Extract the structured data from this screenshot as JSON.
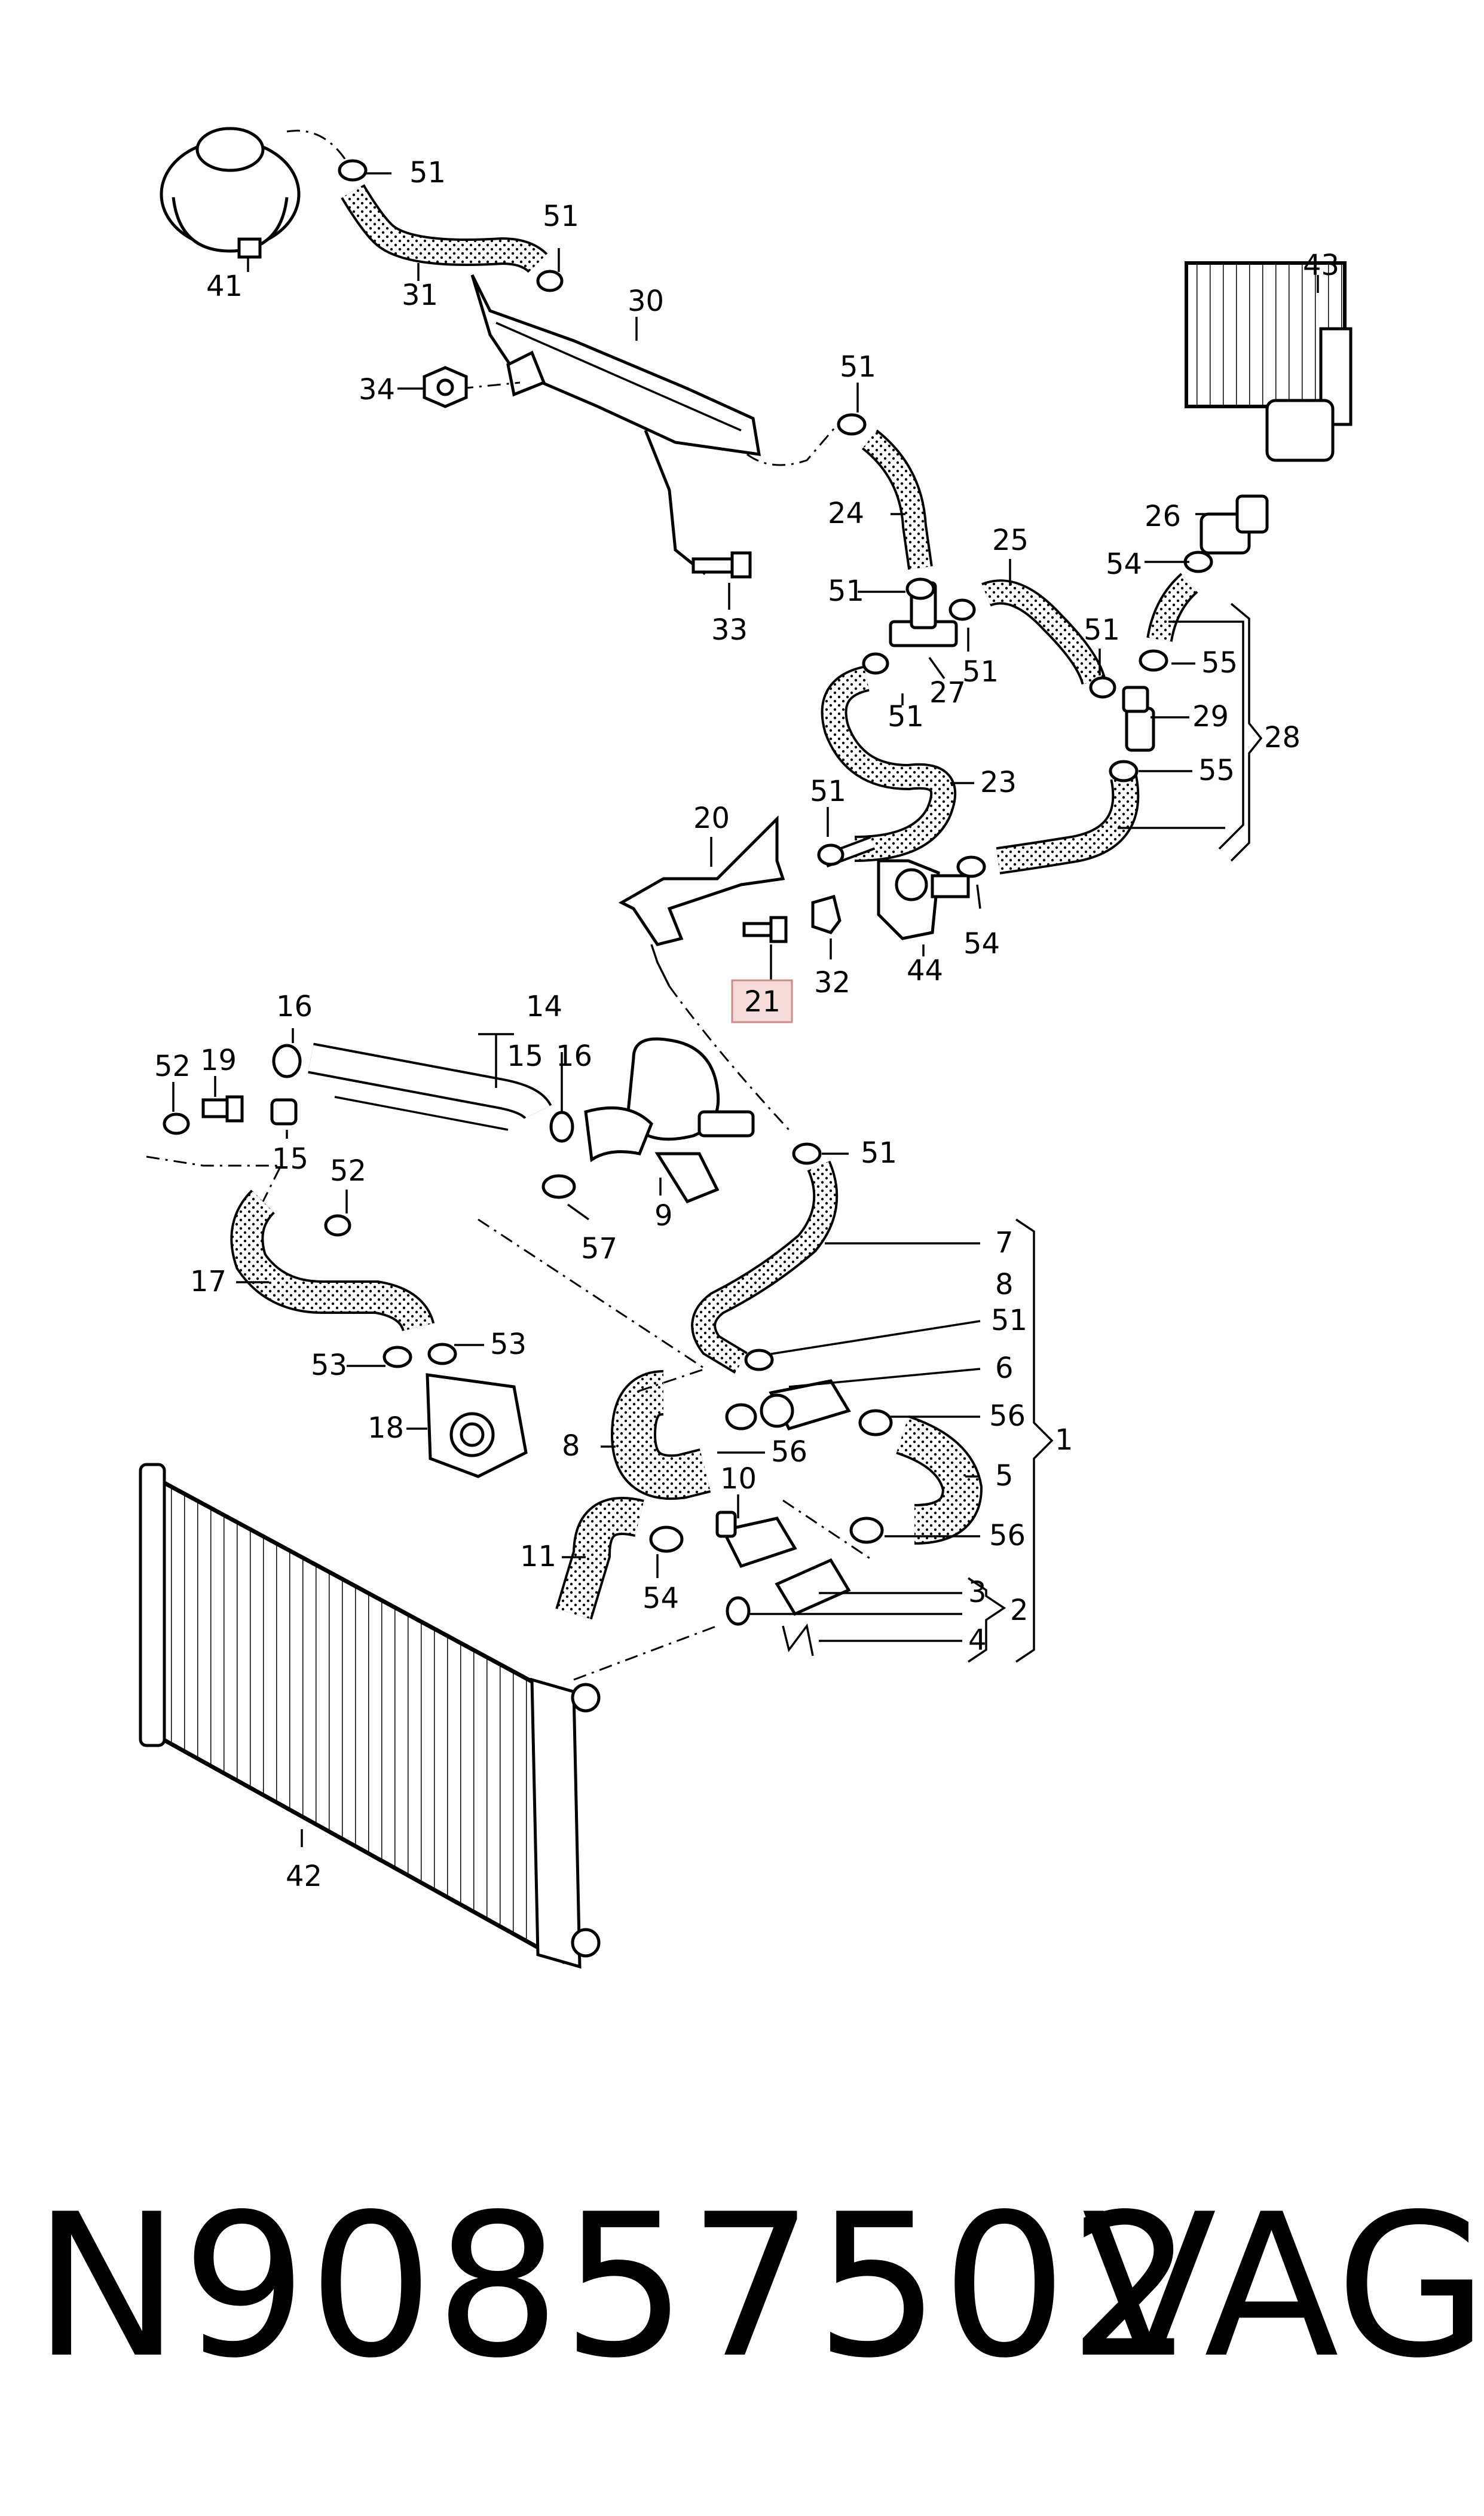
{
  "labels": [
    {
      "id": "l51a",
      "text": "51"
    },
    {
      "id": "l41",
      "text": "41"
    },
    {
      "id": "l31",
      "text": "31"
    },
    {
      "id": "l51b",
      "text": "51"
    },
    {
      "id": "l30",
      "text": "30"
    },
    {
      "id": "l34",
      "text": "34"
    },
    {
      "id": "l33",
      "text": "33"
    },
    {
      "id": "l43",
      "text": "43"
    },
    {
      "id": "l51c",
      "text": "51"
    },
    {
      "id": "l24",
      "text": "24"
    },
    {
      "id": "l26",
      "text": "26"
    },
    {
      "id": "l54a",
      "text": "54"
    },
    {
      "id": "l25",
      "text": "25"
    },
    {
      "id": "l51d",
      "text": "51"
    },
    {
      "id": "l51e",
      "text": "51"
    },
    {
      "id": "l51f",
      "text": "51"
    },
    {
      "id": "l27",
      "text": "27"
    },
    {
      "id": "l51g",
      "text": "51"
    },
    {
      "id": "l55a",
      "text": "55"
    },
    {
      "id": "l29",
      "text": "29"
    },
    {
      "id": "l28",
      "text": "28"
    },
    {
      "id": "l55b",
      "text": "55"
    },
    {
      "id": "l23",
      "text": "23"
    },
    {
      "id": "l20",
      "text": "20"
    },
    {
      "id": "l51h",
      "text": "51"
    },
    {
      "id": "l32",
      "text": "32"
    },
    {
      "id": "l44",
      "text": "44"
    },
    {
      "id": "l54b",
      "text": "54"
    },
    {
      "id": "l21",
      "text": "21"
    },
    {
      "id": "l16a",
      "text": "16"
    },
    {
      "id": "l14",
      "text": "14"
    },
    {
      "id": "l15a",
      "text": "15"
    },
    {
      "id": "l16b",
      "text": "16"
    },
    {
      "id": "l52a",
      "text": "52"
    },
    {
      "id": "l19",
      "text": "19"
    },
    {
      "id": "l15b",
      "text": "15"
    },
    {
      "id": "l52b",
      "text": "52"
    },
    {
      "id": "l51i",
      "text": "51"
    },
    {
      "id": "l57",
      "text": "57"
    },
    {
      "id": "l9",
      "text": "9"
    },
    {
      "id": "l7",
      "text": "7"
    },
    {
      "id": "l17",
      "text": "17"
    },
    {
      "id": "l8a",
      "text": "8"
    },
    {
      "id": "l51j",
      "text": "51"
    },
    {
      "id": "l53a",
      "text": "53"
    },
    {
      "id": "l53b",
      "text": "53"
    },
    {
      "id": "l6",
      "text": "6"
    },
    {
      "id": "l56a",
      "text": "56"
    },
    {
      "id": "l18",
      "text": "18"
    },
    {
      "id": "l8b",
      "text": "8"
    },
    {
      "id": "l56b",
      "text": "56"
    },
    {
      "id": "l5",
      "text": "5"
    },
    {
      "id": "l1",
      "text": "1"
    },
    {
      "id": "l10",
      "text": "10"
    },
    {
      "id": "l56c",
      "text": "56"
    },
    {
      "id": "l11",
      "text": "11"
    },
    {
      "id": "l54c",
      "text": "54"
    },
    {
      "id": "l3",
      "text": "3"
    },
    {
      "id": "l2",
      "text": "2"
    },
    {
      "id": "l4",
      "text": "4"
    },
    {
      "id": "l42",
      "text": "42"
    }
  ],
  "highlighted_part": "21",
  "footer": {
    "part_number": "N90857502",
    "brand": "VAG"
  }
}
